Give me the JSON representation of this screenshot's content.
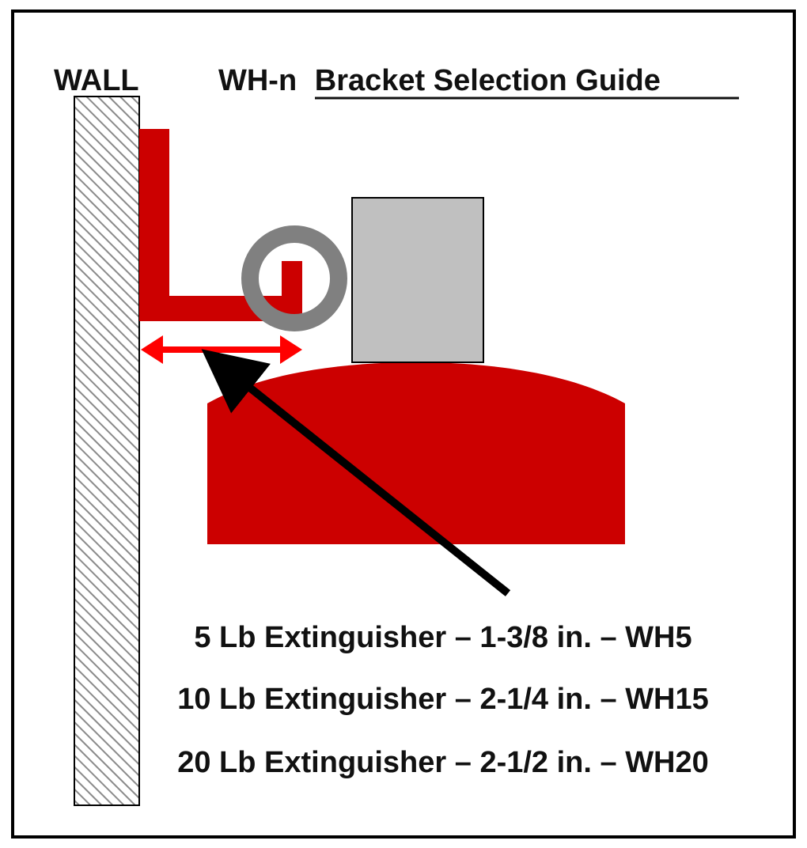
{
  "labels": {
    "wall": "WALL",
    "title_prefix": "WH-n",
    "title_main": "Bracket Selection Guide"
  },
  "selections": [
    {
      "text": "5 Lb Extinguisher – 1-3/8 in. – WH5"
    },
    {
      "text": "10 Lb Extinguisher – 2-1/4 in. – WH15"
    },
    {
      "text": "20 Lb Extinguisher – 2-1/2 in. – WH20"
    }
  ],
  "colors": {
    "bracket_red": "#cc0000",
    "extinguisher_red": "#cc0000",
    "valve_gray": "#c0c0c0",
    "ring_gray": "#808080",
    "arrow_red": "#ff0000",
    "pointer_black": "#000000",
    "border": "#000000"
  }
}
